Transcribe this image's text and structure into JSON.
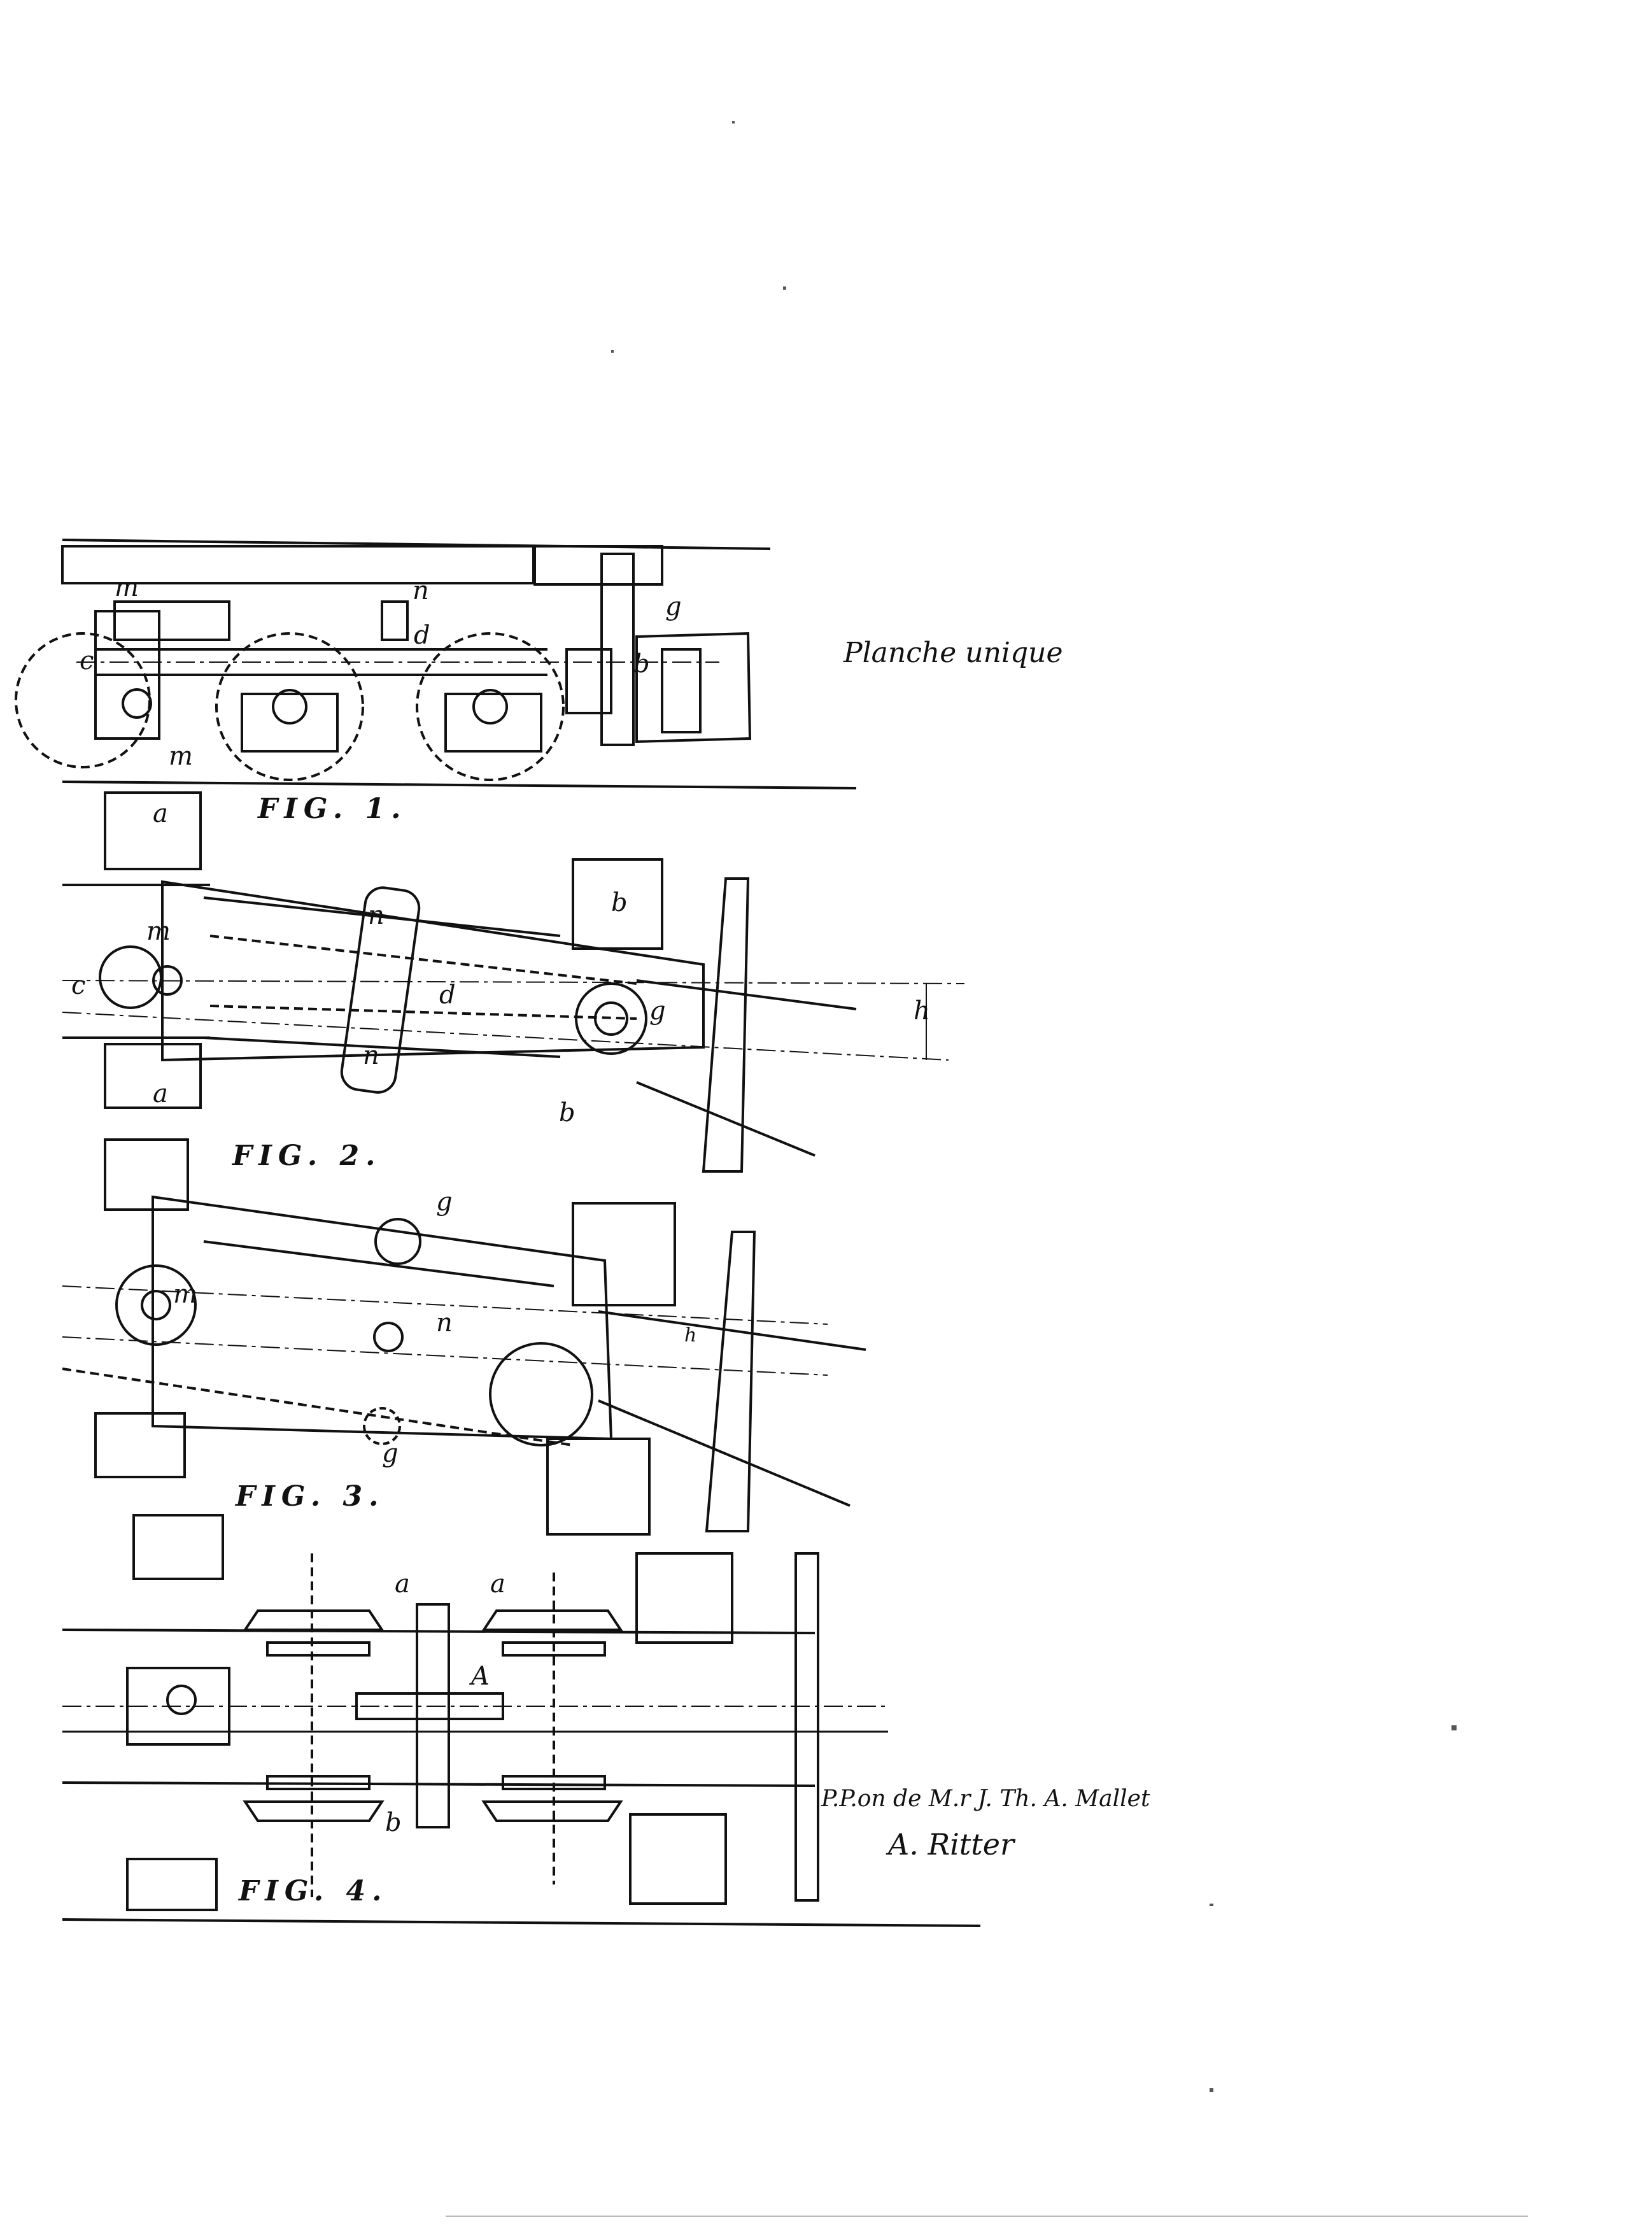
{
  "caption": "Planche unique",
  "figures": [
    {
      "label": "FIG. 1."
    },
    {
      "label": "FIG. 2."
    },
    {
      "label": "FIG. 3."
    },
    {
      "label": "FIG. 4."
    }
  ],
  "signature": {
    "line1": "P.P.on de M.r J. Th. A. Mallet",
    "line2": "A. Ritter"
  },
  "letters": {
    "fig1": [
      "m",
      "n",
      "g",
      "c",
      "d",
      "b",
      "m"
    ],
    "fig2": [
      "a",
      "m",
      "c",
      "n",
      "d",
      "b",
      "g",
      "h",
      "n",
      "a",
      "b"
    ],
    "fig3": [
      "g",
      "m",
      "n",
      "h",
      "g"
    ],
    "fig4": [
      "a",
      "a",
      "A",
      "b"
    ]
  },
  "colors": {
    "ink": "#111111",
    "paper": "#ffffff"
  }
}
